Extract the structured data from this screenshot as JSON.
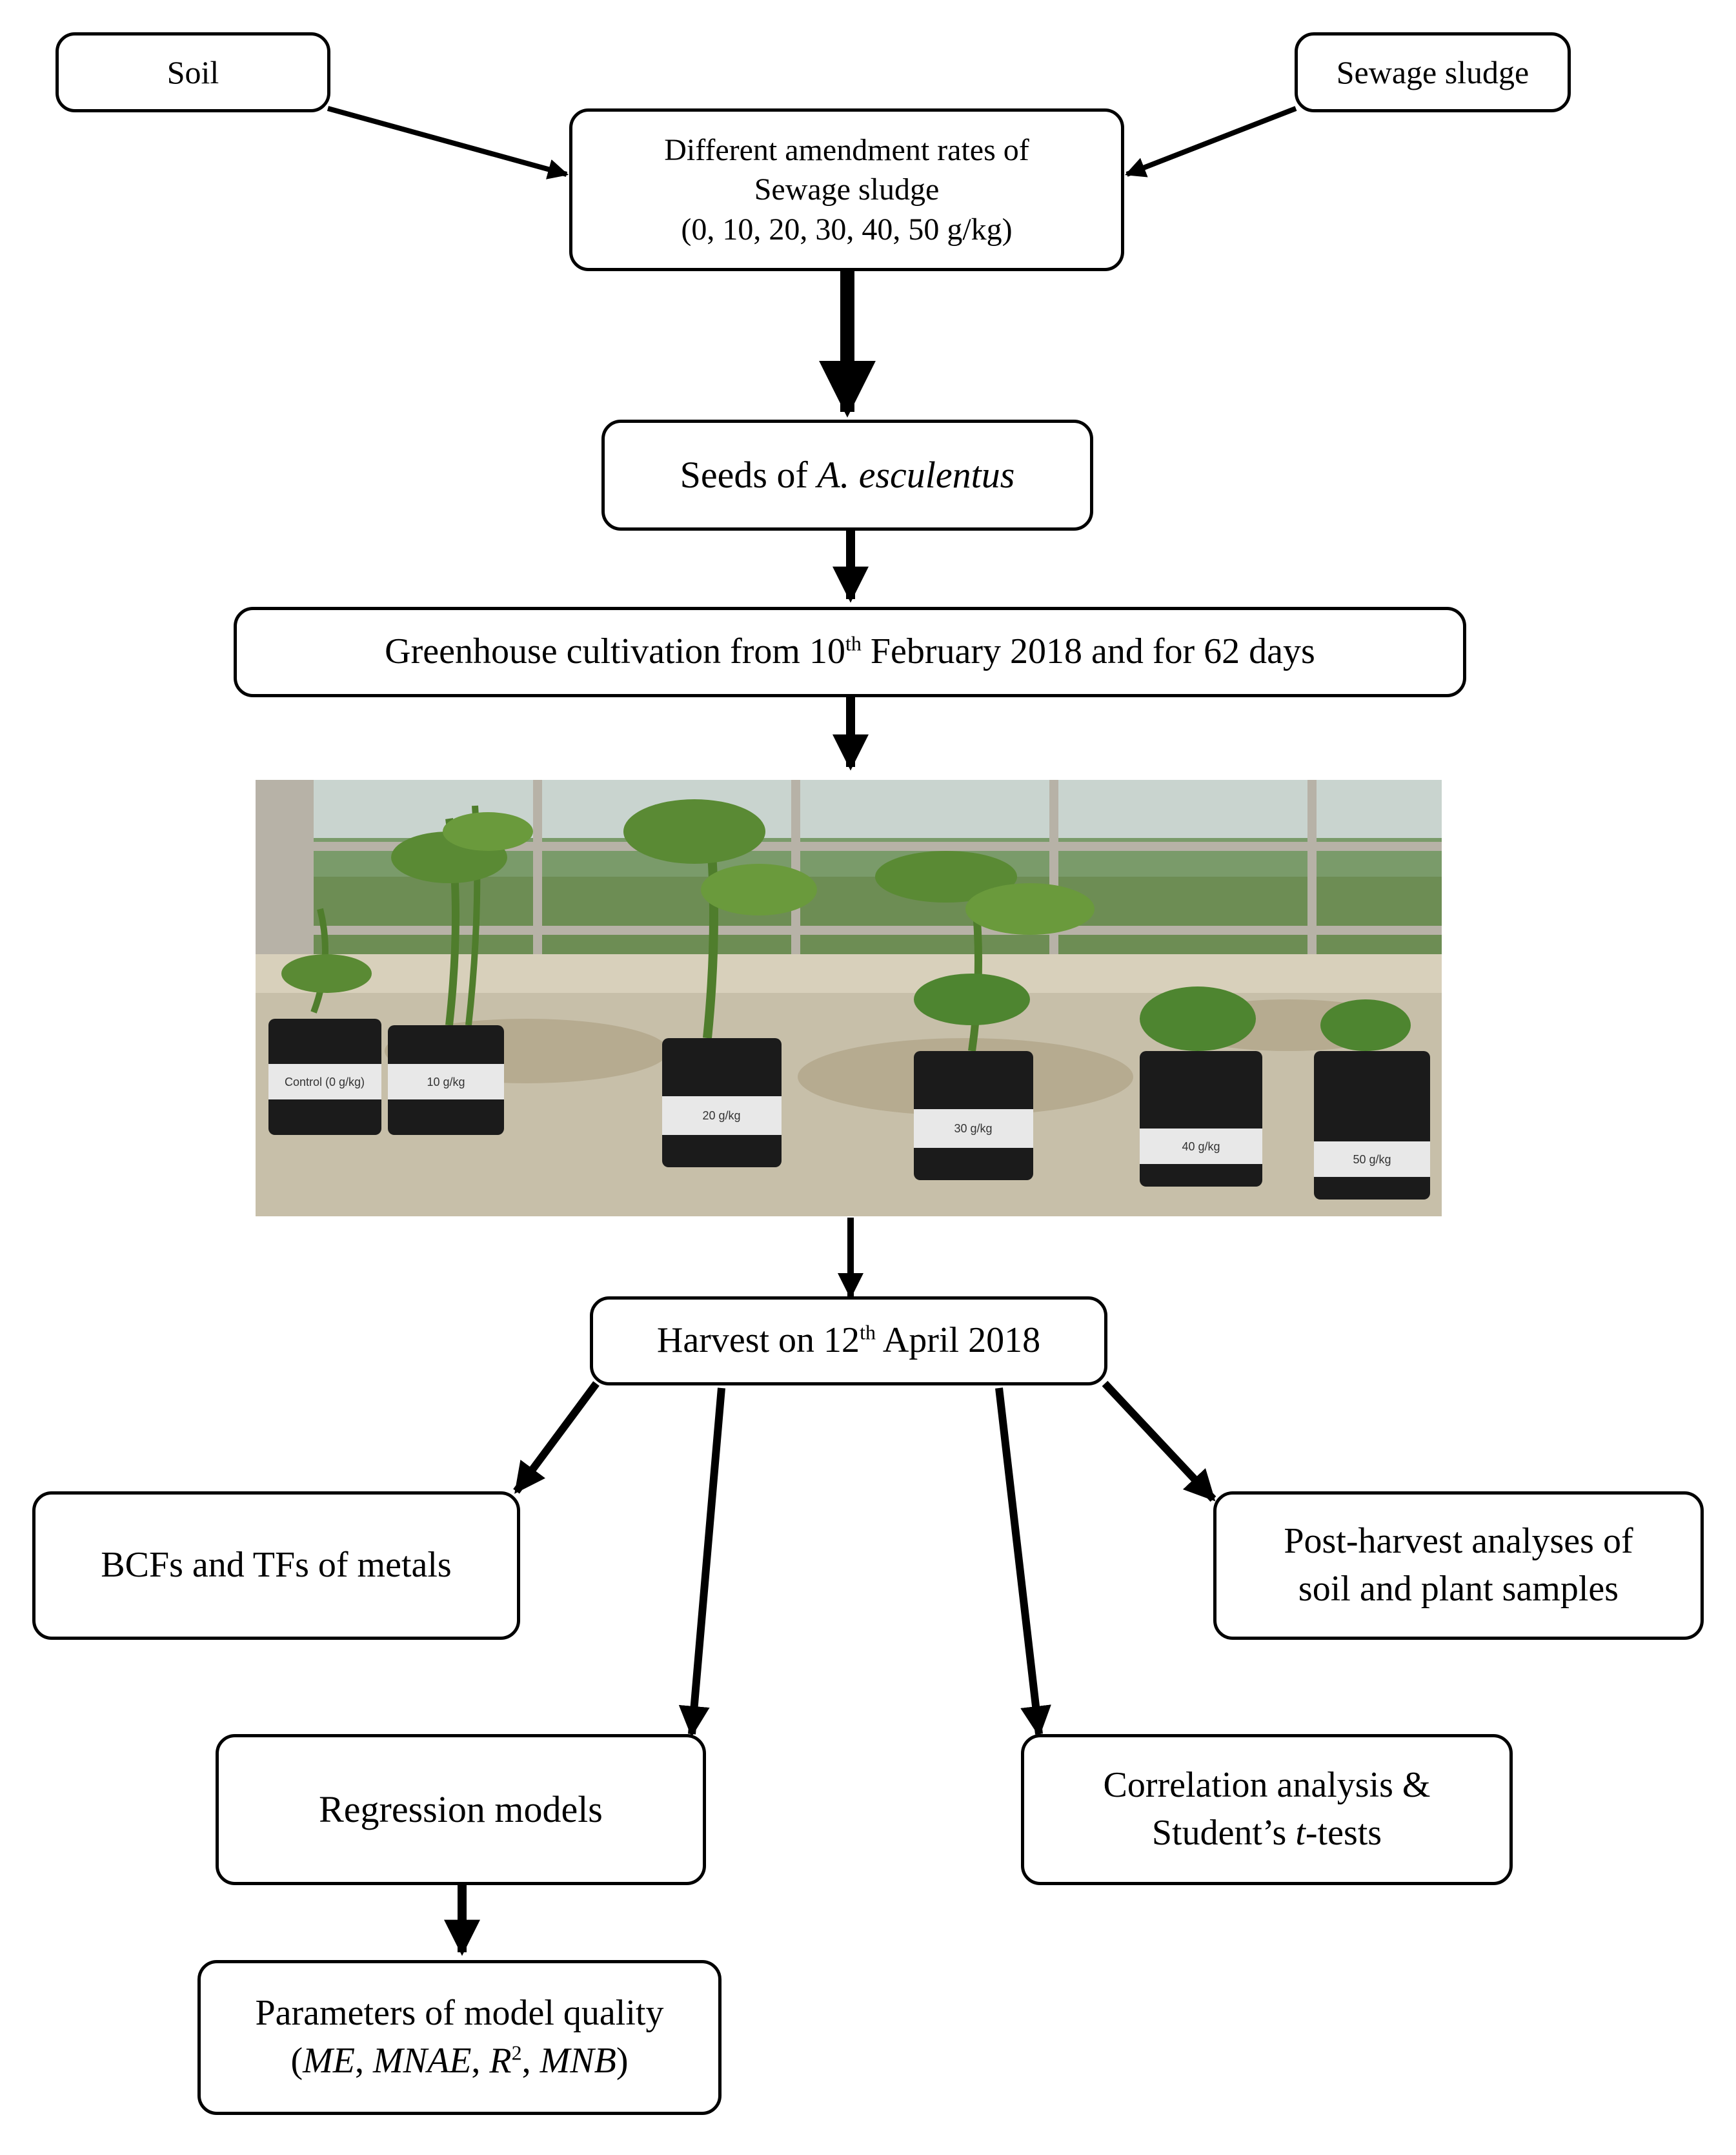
{
  "nodes": {
    "soil": {
      "label": "Soil"
    },
    "sewage_sludge": {
      "label": "Sewage sludge"
    },
    "amendment": {
      "line1": "Different amendment rates of",
      "line2": "Sewage sludge",
      "line3": "(0, 10, 20, 30, 40, 50 g/kg)"
    },
    "seeds": {
      "prefix": "Seeds of ",
      "species": "A. esculentus"
    },
    "greenhouse": {
      "prefix": "Greenhouse cultivation from 10",
      "sup": "th",
      "suffix": " February 2018 and for 62 days"
    },
    "harvest": {
      "prefix": "Harvest on 12",
      "sup": "th",
      "suffix": " April 2018"
    },
    "bcf": {
      "label": "BCFs and TFs of metals"
    },
    "post_harvest": {
      "line1": "Post-harvest analyses of",
      "line2": "soil and plant samples"
    },
    "regression": {
      "label": "Regression models"
    },
    "correlation": {
      "line1": "Correlation analysis &",
      "line2_prefix": "Student’s ",
      "line2_italic": "t",
      "line2_suffix": "-tests"
    },
    "model_quality": {
      "line1": "Parameters of model quality",
      "open": "(",
      "me": "ME",
      "sep1": ", ",
      "mnae": "MNAE",
      "sep2": ", ",
      "r": "R",
      "r_sup": "2",
      "sep3": ", ",
      "mnb": "MNB",
      "close": ")"
    }
  },
  "photo": {
    "pot_labels": [
      "Control (0 g/kg)",
      "10 g/kg",
      "20 g/kg",
      "30 g/kg",
      "40 g/kg",
      "50 g/kg"
    ]
  },
  "colors": {
    "stroke": "#000000",
    "background": "#ffffff"
  }
}
